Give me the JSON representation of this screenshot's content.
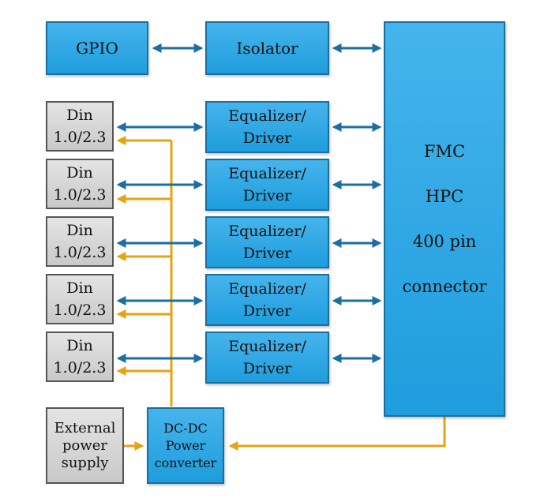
{
  "colors": {
    "signal": "#1b6fa3",
    "power": "#e6a312",
    "block": "#2aa7e6",
    "passive": "#d4d4d4"
  },
  "gpio": {
    "label": "GPIO"
  },
  "isolator": {
    "label": "Isolator"
  },
  "fmc": {
    "lines": [
      "FMC",
      "HPC",
      "400 pin",
      "connector"
    ]
  },
  "din": [
    {
      "line1": "Din",
      "line2": "1.0/2.3"
    },
    {
      "line1": "Din",
      "line2": "1.0/2.3"
    },
    {
      "line1": "Din",
      "line2": "1.0/2.3"
    },
    {
      "line1": "Din",
      "line2": "1.0/2.3"
    },
    {
      "line1": "Din",
      "line2": "1.0/2.3"
    }
  ],
  "equalizers": [
    {
      "line1": "Equalizer/",
      "line2": "Driver"
    },
    {
      "line1": "Equalizer/",
      "line2": "Driver"
    },
    {
      "line1": "Equalizer/",
      "line2": "Driver"
    },
    {
      "line1": "Equalizer/",
      "line2": "Driver"
    },
    {
      "line1": "Equalizer/",
      "line2": "Driver"
    }
  ],
  "external_supply": {
    "lines": [
      "External",
      "power",
      "supply"
    ]
  },
  "dcdc": {
    "lines": [
      "DC-DC",
      "Power",
      "converter"
    ]
  }
}
